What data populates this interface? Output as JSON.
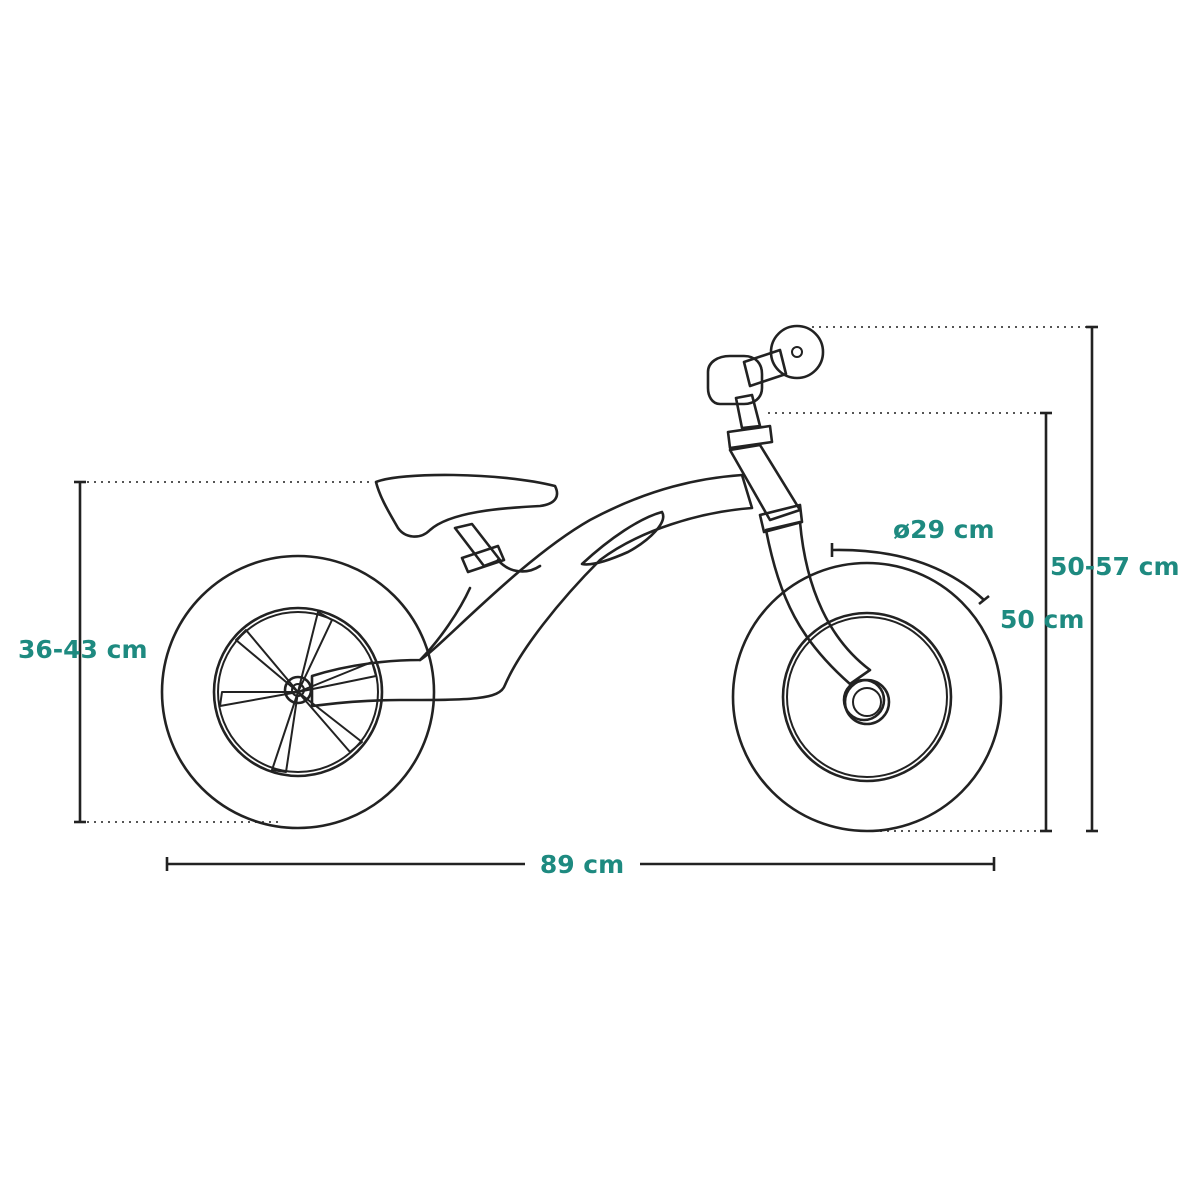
{
  "dimensions": {
    "seat_height": "36-43 cm",
    "handlebar_height": "50-57 cm",
    "frame_height": "50 cm",
    "wheel_diameter": "ø29 cm",
    "length": "89 cm"
  },
  "colors": {
    "label": "#1e8a80",
    "line": "#222222",
    "background": "#ffffff"
  },
  "icons": {
    "illustration": "balance-bike-outline"
  }
}
